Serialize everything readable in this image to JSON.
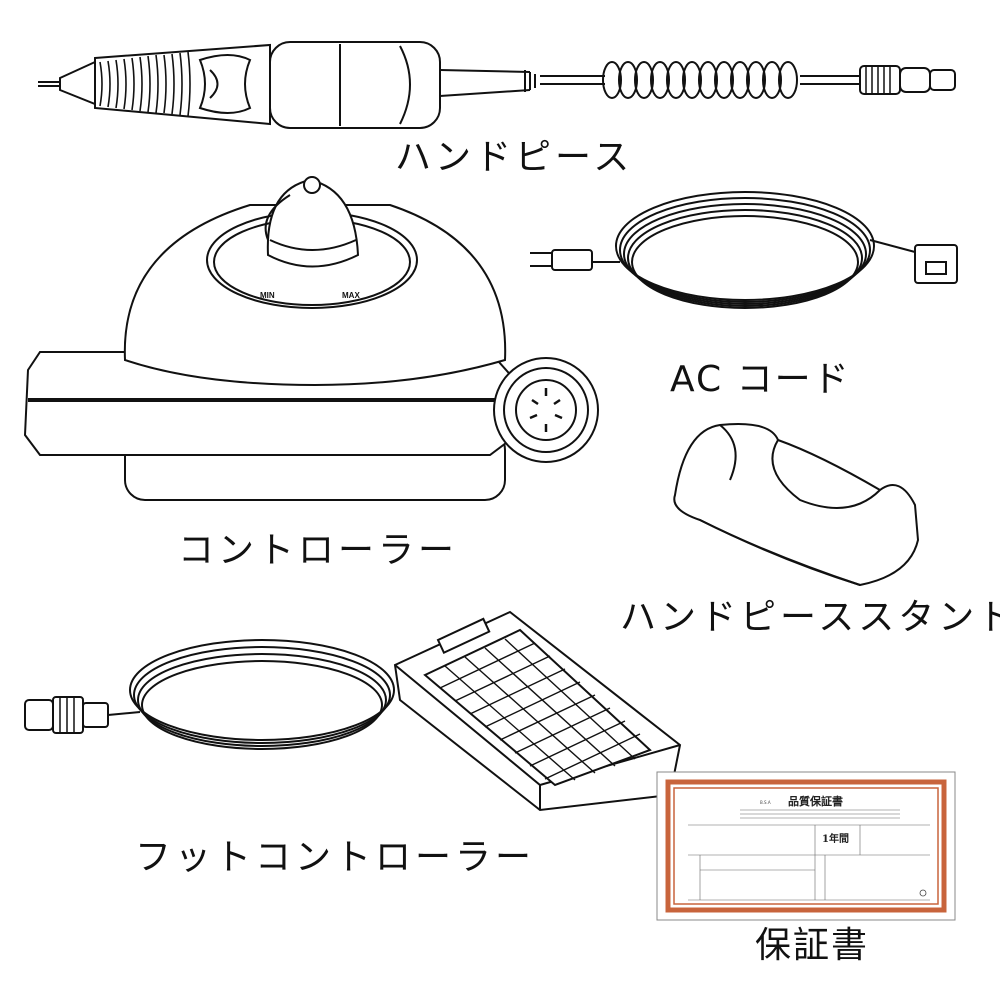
{
  "labels": {
    "handpiece": "ハンドピース",
    "ac_cord": "AC コード",
    "controller": "コントローラー",
    "handpiece_stand": "ハンドピーススタンド",
    "foot_controller": "フットコントローラー",
    "warranty": "保証書"
  },
  "controller_dial": {
    "min": "MIN",
    "max": "MAX"
  },
  "warranty_card": {
    "title": "品質保証書",
    "brand": "B.S.A",
    "period": "1年間",
    "border_color": "#c8643c"
  },
  "icons": [
    "handpiece",
    "ac-cord",
    "controller",
    "handpiece-stand",
    "foot-controller",
    "warranty-card"
  ]
}
